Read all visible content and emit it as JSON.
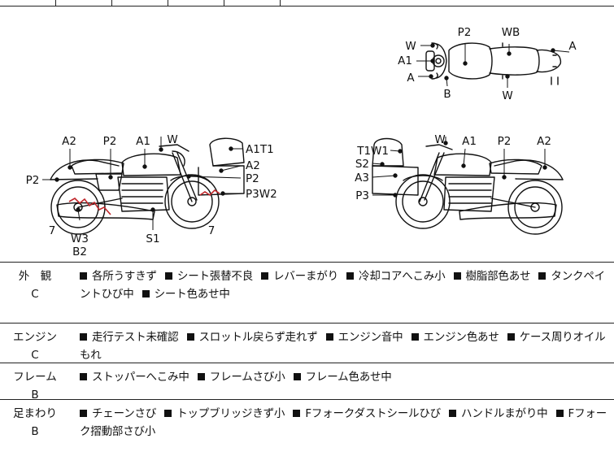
{
  "diagram": {
    "top_view_labels": [
      "P2",
      "WB",
      "A",
      "W",
      "A1",
      "A",
      "B",
      "W"
    ],
    "left_view_labels": [
      "A2",
      "P2",
      "A1",
      "W",
      "A1T1",
      "P2",
      "A2",
      "P2",
      "P3W2",
      "7",
      "W3",
      "B2",
      "S1",
      "7"
    ],
    "right_view_labels": [
      "W",
      "A1",
      "P2",
      "A2",
      "T1W1",
      "S2",
      "A3",
      "P3"
    ],
    "damage_color": "#c0262a"
  },
  "conditions": [
    {
      "category": "外　観",
      "grade": "C",
      "items": [
        "各所うすきず",
        "シート張替不良",
        "レバーまがり",
        "冷却コアへこみ小",
        "樹脂部色あせ",
        "タンクペイントひび中",
        "シート色あせ中"
      ]
    },
    {
      "category": "エンジン",
      "grade": "C",
      "items": [
        "走行テスト未確認",
        "スロットル戻らず走れず",
        "エンジン音中",
        "エンジン色あせ",
        "ケース周りオイルもれ"
      ]
    },
    {
      "category": "フレーム",
      "grade": "B",
      "items": [
        "ストッパーへこみ中",
        "フレームさび小",
        "フレーム色あせ中"
      ]
    },
    {
      "category": "足まわり",
      "grade": "B",
      "items": [
        "チェーンさび",
        "トップブリッジきず小",
        "Fフォークダストシールひび",
        "ハンドルまがり中",
        "Fフォーク摺動部さび小"
      ]
    }
  ]
}
